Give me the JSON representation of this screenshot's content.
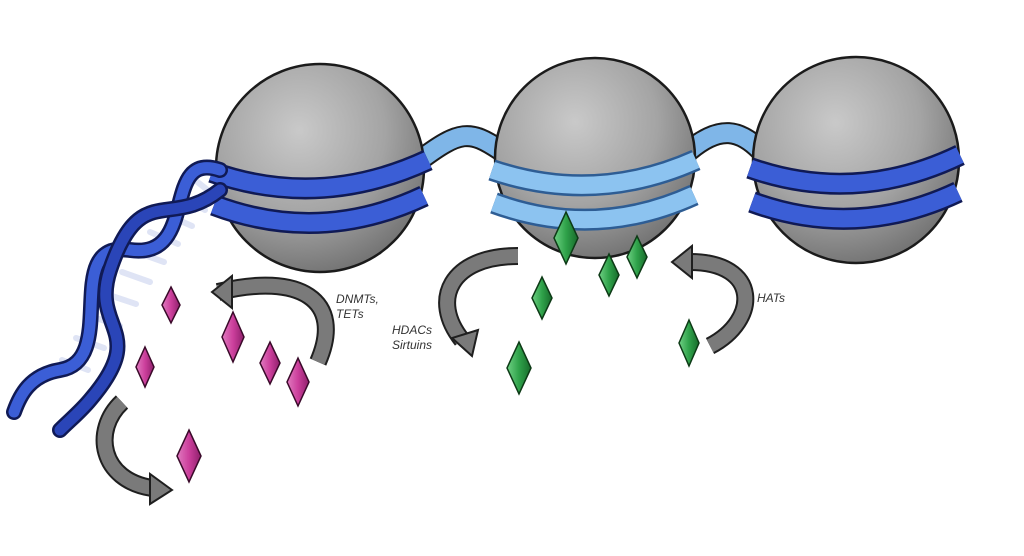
{
  "labels": {
    "dnmt_line1": "DNMTs,",
    "dnmt_line2": "TETs",
    "hdac_line1": "HDACs",
    "hdac_line2": "Sirtuins",
    "hat": "HATs"
  },
  "colors": {
    "histone_gray": "#9c9c9c",
    "dna_strand_blue": "#3b5ed6",
    "dna_dark_blue": "#1e2f8c",
    "linker_light_blue": "#7fb6e8",
    "methyl_magenta": "#cc3f9c",
    "acetyl_green": "#2fa24a",
    "arrow_gray": "#6e6e6e"
  },
  "icons": {
    "histone": "gray-sphere",
    "methyl_mark": "magenta-diamond",
    "acetyl_mark": "green-diamond",
    "enzyme_arrow": "curved-gray-arrow"
  }
}
